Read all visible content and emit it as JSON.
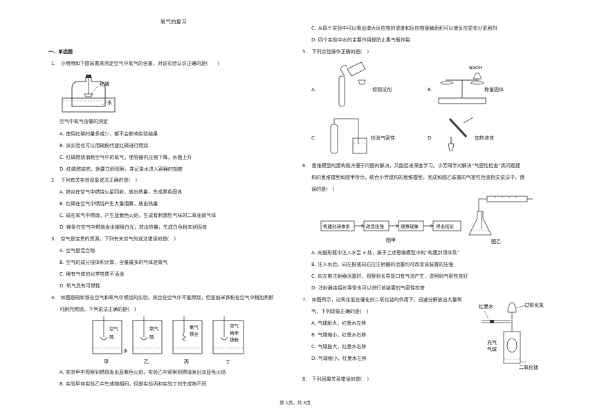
{
  "title": "氧气的复习",
  "section": "一、单选题",
  "q1": {
    "stem": "1.　小明用如下图装置来测定空气中氧气的含量，对该实验认识正确的是(　　)",
    "fig_labels": {
      "red_p": "红磷",
      "water": "水"
    },
    "caption": "空气中氧气含量的测定",
    "opts": [
      "A. 使用红磷的量多或少，都不会影响实验结果",
      "B. 该实验也可以用硫粉代替红磷进行燃烧",
      "C. 红磷燃烧消耗空气中的氧气，使容器内压强下降，水面上升",
      "D. 红磷燃烧完，就要立即观察，并记录水进入容器的刻度"
    ]
  },
  "q2": {
    "stem": "2.　下列有关实验现象说法正确的是(　)",
    "opts": [
      "A. 铁丝在空气中燃烧火星四射，放出热量，生成黑色固体",
      "B. 红磷在空气中燃烧产生大量烟雾，放出热量",
      "C. 硫在氧气中燃烧，产生蓝紫色火焰，生成有刺激性气味的二氧化硫气体",
      "D. 镁条在空气中燃烧发出耀眼白光，放出热量，生成白色粉末状固体"
    ]
  },
  "q3": {
    "stem": "3.　空气是宝贵的资源，下列有关空气的说法错误的是(　)",
    "opts": [
      "A. 空气是混合物",
      "B. 空气的成分按体积计算，含量最多的气体是氮气",
      "C. 稀有气体的化学性质不活泼",
      "D. 氧气具有可燃性"
    ]
  },
  "q4": {
    "stem1": "4.　如图是硫和铁在空气和氧气中燃烧的实验。铁丝在空气中不能燃烧，但是纳米铁粉在空气中稍加热即",
    "stem2": "可剧烈燃烧。下列说法正确的是(　)",
    "fig_labels": {
      "a_air": "空气",
      "a_s": "硫",
      "b_o2": "氧气",
      "b_s": "硫",
      "c_o2": "氧气",
      "c_fe": "铁丝",
      "d_air": "空气",
      "d_nano": "纳米",
      "d_fe": "铁粉",
      "water": "水",
      "jia": "甲",
      "yi": "乙",
      "bing": "丙",
      "ding": "丁"
    },
    "opts": [
      "A. 实验甲中观察到燃烧发出蓝紫色火焰，实验乙中观察到燃烧发出淡蓝色火焰",
      "B. 实验甲和实验乙中生成物相同，但是实验丙和实验丁的生成物不同",
      "C. 从四个实验中可以看出增大反应物的浓度和反应物接触面积可以使反应更充分更剧烈",
      "D. 四个实验中水的主要作用是防止集气瓶炸裂"
    ]
  },
  "q5": {
    "stem": "5.　下列实验操作正确的是(　)",
    "opts": {
      "a": "A.",
      "b": "B.",
      "c": "C.",
      "d": "D."
    },
    "captions": {
      "a": "倾倒试剂",
      "b": "称量固体",
      "c": "检验气密性",
      "d": "加热液体"
    },
    "naoh": "NaOH"
  },
  "q6": {
    "stem1": "6.　思维模型的建构既方便于问题的解决，又能促进深度学习。小芳同学对解决“气密性检查”类问题建",
    "stem2": "构的思维模型如图甲所示，结合小芳建构的思维模型，完成如图乙装置的气密性检查相关说法中，错",
    "stem3": "误的是(　)",
    "flow": [
      "构建封闭体系",
      "改变压强",
      "观察现象",
      "得出结论"
    ],
    "fig_jia": "图甲",
    "fig_yi": "图乙",
    "opts": [
      "A. 向锥形瓶中注入水至 a 处，属于上述思维模型中的“构建封闭体系”",
      "B. 注入水后，向左推或向右拉注射器的活塞均可改变该装置的压强",
      "C. 向左推注射器活塞时，观察到长导管口有气泡产生，说明则气密性良好",
      "D. 注射器连接长导管也可以进行该装置的气密性检查"
    ]
  },
  "q7": {
    "stem1": "7.　如图所示，过氧化氢在催化剂二氧化锰的作用下，迅速分解放出大量氧",
    "stem2": "气，下列现象正确的是(　)",
    "fig_labels": {
      "red_ink": "红墨水",
      "h2o2": "过氧化氢",
      "balloon1": "充气",
      "balloon2": "气球",
      "mno2": "二氧化锰"
    },
    "opts": [
      "A. 气球胀大，红墨水左移",
      "B. 气球缩小，红墨水右移",
      "C. 气球胀大，红墨水右移",
      "D. 气球缩小，红墨水左移"
    ]
  },
  "q8": {
    "stem": "8.　下列因果关系错误的是(　)"
  },
  "footer": "第 1页，共 4页"
}
